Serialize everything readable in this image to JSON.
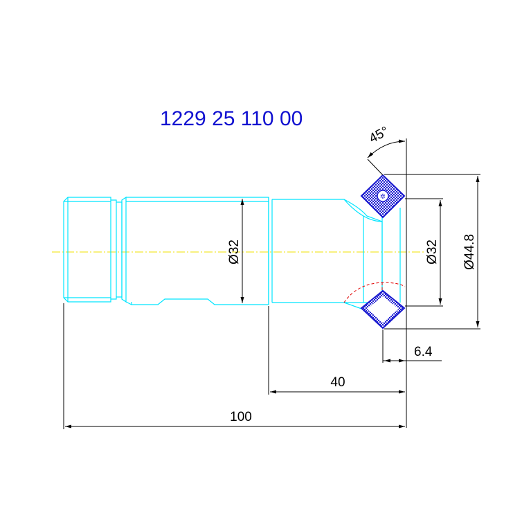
{
  "drawing": {
    "part_number": "1229 25 110 00",
    "dimensions": {
      "dia_shaft": "Ø32",
      "dia_insert_seat": "Ø32",
      "dia_outer": "Ø44.8",
      "angle": "45°",
      "offset": "6.4",
      "length_head": "40",
      "length_total": "100"
    }
  },
  "colors": {
    "part_outline": "#00e5ff",
    "dimension_lines": "#000000",
    "center_line": "#f0e000",
    "insert": "#1a1ad0",
    "construction_arc": "#e00000",
    "title": "#1010d0"
  }
}
